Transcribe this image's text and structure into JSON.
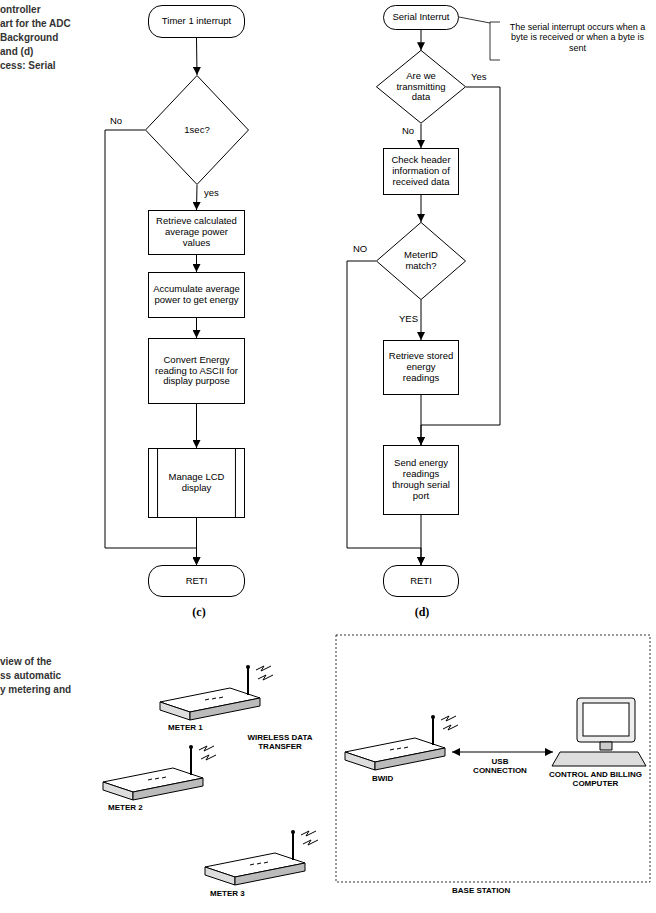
{
  "diagram": {
    "nodes": [
      {
        "text": [
          "Timer 1 interrupt"
        ]
      },
      {
        "text": [
          "1sec?"
        ]
      },
      {
        "text": [
          "Retrieve calculated average power values"
        ]
      },
      {
        "text": [
          "Accumulate average power to get energy"
        ]
      },
      {
        "text": [
          "Convert Energy reading to ASCII for display purpose"
        ]
      },
      {
        "text": [
          "Manage LCD display"
        ]
      },
      {
        "text": [
          "RETI"
        ]
      },
      {
        "text": [
          "Serial Interrut"
        ]
      },
      {
        "text": [
          "Are we transmitting data"
        ]
      },
      {
        "text": [
          "Check header information of received data"
        ]
      },
      {
        "text": [
          "MeterID match?"
        ]
      },
      {
        "text": [
          "Retrieve stored energy readings"
        ]
      },
      {
        "text": [
          "Send energy readings through serial port"
        ]
      },
      {
        "text": [
          "RETI"
        ]
      }
    ],
    "edges": [
      {
        "from": 0,
        "to": 1,
        "arrow": "to"
      },
      {
        "from": 1,
        "to": 2,
        "label": "yes",
        "arrow": "to"
      },
      {
        "from": 2,
        "to": 3,
        "arrow": "to"
      },
      {
        "from": 3,
        "to": 4,
        "arrow": "to"
      },
      {
        "from": 4,
        "to": 5,
        "arrow": "to"
      },
      {
        "from": 5,
        "to": 6,
        "arrow": "to"
      },
      {
        "from": 1,
        "to": 6,
        "label": "No",
        "arrow": "to"
      },
      {
        "from": 7,
        "to": 8,
        "arrow": "to"
      },
      {
        "from": 8,
        "to": 9,
        "label": "No",
        "arrow": "to"
      },
      {
        "from": 8,
        "to": 12,
        "label": "Yes",
        "arrow": "to"
      },
      {
        "from": 9,
        "to": 10,
        "arrow": "to"
      },
      {
        "from": 10,
        "to": 11,
        "label": "YES",
        "arrow": "to"
      },
      {
        "from": 10,
        "to": 13,
        "label": "NO",
        "arrow": "to"
      },
      {
        "from": 11,
        "to": 12,
        "arrow": "to"
      },
      {
        "from": 12,
        "to": 13,
        "arrow": "to"
      }
    ],
    "labels": [
      "ontroller",
      "art for the ADC",
      "Background",
      "and (d)",
      "cess: Serial",
      "The serial interrupt occurs when a byte is received or when a byte is sent",
      "(c)",
      "(d)",
      "view of the",
      "ss automatic",
      "y metering and",
      "METER 1",
      "WIRELESS DATA TRANSFER",
      "BWID",
      "USB CONNECTION",
      "CONTROL AND BILLING COMPUTER",
      "METER 2",
      "BASE STATION",
      "METER 3"
    ]
  }
}
